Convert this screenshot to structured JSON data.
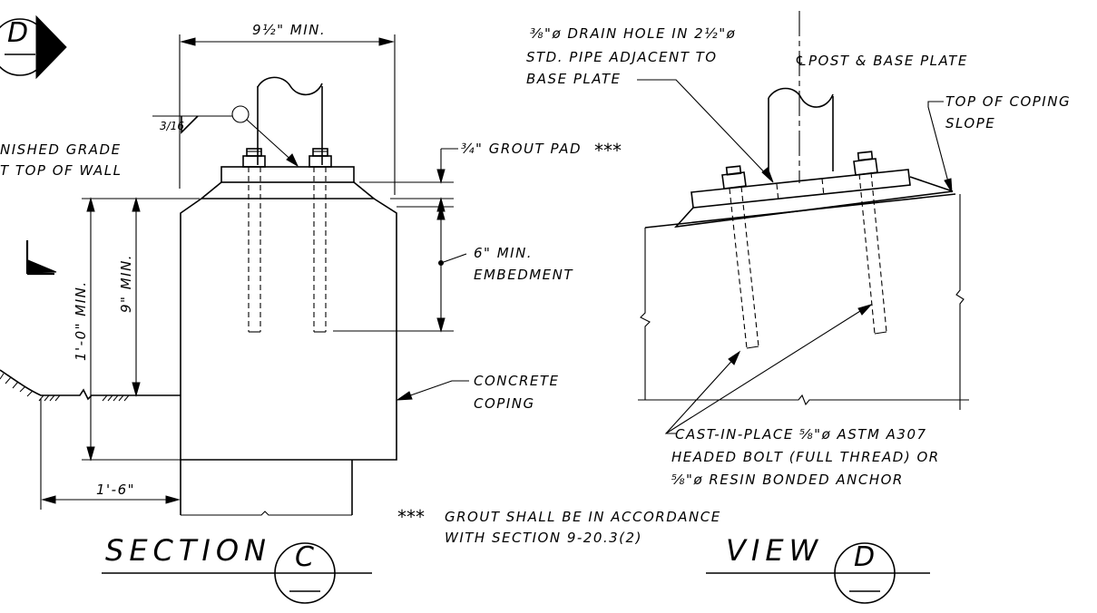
{
  "labels": {
    "width_dim": "9½\" MIN.",
    "weld_size": "3/16",
    "finished_grade_1": "NISHED GRADE",
    "finished_grade_2": "T TOP OF WALL",
    "grout_pad": "¾\" GROUT PAD",
    "grout_stars": "***",
    "embedment_1": "6\" MIN.",
    "embedment_2": "EMBEDMENT",
    "height_outer": "1'-0\" MIN.",
    "height_inner": "9\" MIN.",
    "coping_1": "CONCRETE",
    "coping_2": "COPING",
    "offset_dim": "1'-6\"",
    "drain_1": "⅜\"ø DRAIN HOLE IN 2½\"ø",
    "drain_2": "STD. PIPE ADJACENT TO",
    "drain_3": "BASE PLATE",
    "centerline": "POST & BASE PLATE",
    "top_coping_1": "TOP OF COPING",
    "top_coping_2": "SLOPE",
    "bolt_1": "CAST-IN-PLACE ⅝\"ø ASTM A307",
    "bolt_2": "HEADED BOLT (FULL THREAD) OR",
    "bolt_3": "⅝\"ø RESIN BONDED ANCHOR",
    "note_stars": "***",
    "note_1": "GROUT SHALL BE IN ACCORDANCE",
    "note_2": "WITH SECTION 9-20.3(2)",
    "section_title": "SECTION",
    "section_mark": "C",
    "view_title": "VIEW",
    "view_mark": "D",
    "callout_mark": "D"
  }
}
